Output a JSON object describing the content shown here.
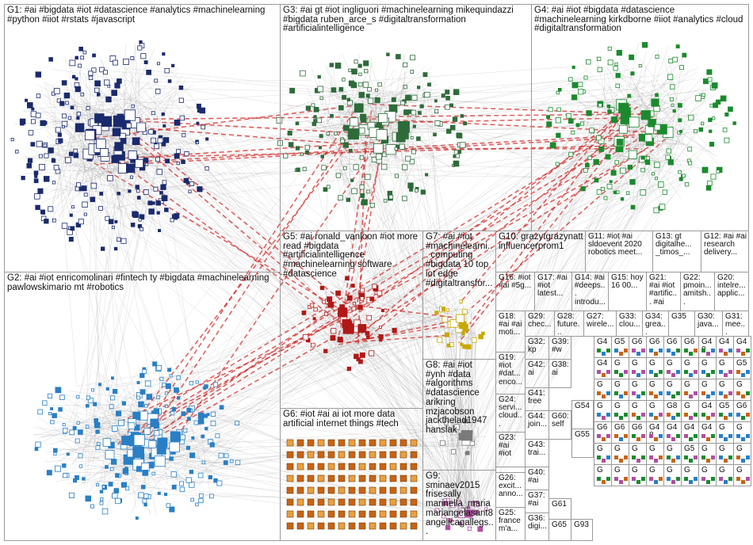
{
  "groups": [
    {
      "id": "G1",
      "label": "G1: #ai #bigdata #iot #datascience #analytics #machinelearning #python #iiot #rstats #javascript",
      "color": "#1a2a6c"
    },
    {
      "id": "G2",
      "label": "G2: #ai #iot enricomolinari #fintech ty #bigdata #machinelearning pawlowskimario mt #robotics",
      "color": "#2a7fc4"
    },
    {
      "id": "G3",
      "label": "G3: #ai gt #iot ingliguori #machinelearning mikequindazzi #bigdata ruben_arce_s #digitaltransformation #artificialintelligence",
      "color": "#2e6b3a"
    },
    {
      "id": "G4",
      "label": "G4: #ai #iot #bigdata #datascience #machinelearning kirkdborne #iiot #analytics #cloud #digitaltransformation",
      "color": "#1b8a2e"
    },
    {
      "id": "G5",
      "label": "G5: #ai ronald_vanloon #iot more read #bigdata #artificialintelligence #machinelearning software #datascience",
      "color": "#b01818"
    },
    {
      "id": "G6",
      "label": "G6: #iot #ai ai iot more data artificial internet things #tech",
      "color": "#c86414"
    },
    {
      "id": "G7",
      "label": "G7: #ai #iot #machinelearni... computing #bigdata 10 top iot edge #digitaltransfor...",
      "color": "#c8a800"
    },
    {
      "id": "G8",
      "label": "G8: #ai #iot #ynh #data #algorithms #datascience arikring mzjacobson jackthelad1947 hanslak",
      "color": "#7a7a7a"
    },
    {
      "id": "G9",
      "label": "G9: sminaev2015 frisesally marinella_maria mariangelasant8 angelicagallegs...",
      "color": "#b050a0"
    },
    {
      "id": "G10",
      "label": "G10: grazytgrazynatt influencerprom1",
      "color": "#8a4cb0"
    },
    {
      "id": "G11",
      "label": "G11: #iot #ai sldoevent 2020 robotics meet...",
      "color": "#2aa0a0"
    },
    {
      "id": "G12",
      "label": "G12: #ai #ai research delivery...",
      "color": "#555"
    },
    {
      "id": "G13",
      "label": "G13: gt digitalhe... _timos_...",
      "color": "#555"
    },
    {
      "id": "G14",
      "label": "G14: #ai #deeps... introdu...",
      "color": "#555"
    },
    {
      "id": "G15",
      "label": "G15: hoy 16 00...",
      "color": "#555"
    },
    {
      "id": "G16",
      "label": "G16: #iot #ai #5g...",
      "color": "#555"
    },
    {
      "id": "G17",
      "label": "G17: #ai #iot latest...",
      "color": "#555"
    },
    {
      "id": "G18",
      "label": "G18: #ai #ai moti...",
      "color": "#555"
    },
    {
      "id": "G19",
      "label": "G19: #iot #dat... enco...",
      "color": "#555"
    },
    {
      "id": "G20",
      "label": "G20: intelre... applic...",
      "color": "#555"
    },
    {
      "id": "G21",
      "label": "G21: #ai #iot #artific... #ai",
      "color": "#555"
    },
    {
      "id": "G22",
      "label": "G22: pmoin... amitsh...",
      "color": "#555"
    },
    {
      "id": "G23",
      "label": "G23: #ai #iot",
      "color": "#555"
    },
    {
      "id": "G24",
      "label": "G24: servi... cloud...",
      "color": "#555"
    },
    {
      "id": "G25",
      "label": "G25: france m'a...",
      "color": "#555"
    },
    {
      "id": "G26",
      "label": "G26: excit... anno...",
      "color": "#555"
    },
    {
      "id": "G27",
      "label": "G27: wirele...",
      "color": "#555"
    },
    {
      "id": "G28",
      "label": "G28: future...",
      "color": "#555"
    },
    {
      "id": "G29",
      "label": "G29: chec...",
      "color": "#555"
    },
    {
      "id": "G30",
      "label": "G30: java...",
      "color": "#555"
    },
    {
      "id": "G31",
      "label": "G31: mee...",
      "color": "#555"
    },
    {
      "id": "G32",
      "label": "G32: kp",
      "color": "#555"
    },
    {
      "id": "G33",
      "label": "G33: clou...",
      "color": "#555"
    },
    {
      "id": "G34",
      "label": "G34: grea...",
      "color": "#555"
    },
    {
      "id": "G35",
      "label": "G35",
      "color": "#555"
    },
    {
      "id": "G36",
      "label": "G36: digi...",
      "color": "#555"
    },
    {
      "id": "G37",
      "label": "G37: #ai",
      "color": "#555"
    },
    {
      "id": "G38",
      "label": "G38: ai",
      "color": "#555"
    },
    {
      "id": "G39",
      "label": "G39: #w",
      "color": "#555"
    },
    {
      "id": "G40",
      "label": "G40: #ai",
      "color": "#555"
    },
    {
      "id": "G41",
      "label": "G41: free",
      "color": "#555"
    },
    {
      "id": "G42",
      "label": "G42: ai",
      "color": "#555"
    },
    {
      "id": "G43",
      "label": "G43: trai...",
      "color": "#555"
    },
    {
      "id": "G44",
      "label": "G44: join...",
      "color": "#555"
    },
    {
      "id": "G54",
      "label": "G54",
      "color": "#555"
    },
    {
      "id": "G55",
      "label": "G55",
      "color": "#555"
    },
    {
      "id": "G60",
      "label": "G60: self",
      "color": "#555"
    },
    {
      "id": "G61",
      "label": "G61",
      "color": "#555"
    },
    {
      "id": "G65",
      "label": "G65",
      "color": "#555"
    },
    {
      "id": "G93",
      "label": "G93",
      "color": "#555"
    }
  ],
  "small_cells": [
    {
      "text": "G4"
    },
    {
      "text": "G5"
    },
    {
      "text": "G6"
    },
    {
      "text": "G6"
    },
    {
      "text": "G6"
    },
    {
      "text": "G6"
    },
    {
      "text": "G48"
    },
    {
      "text": "G4"
    },
    {
      "text": "G4"
    },
    {
      "text": "G4"
    },
    {
      "text": "G"
    },
    {
      "text": "G"
    },
    {
      "text": "G"
    },
    {
      "text": "G"
    },
    {
      "text": "G"
    },
    {
      "text": "G"
    },
    {
      "text": "G"
    },
    {
      "text": "G5"
    },
    {
      "text": "G"
    },
    {
      "text": "G"
    },
    {
      "text": "G"
    },
    {
      "text": "G"
    },
    {
      "text": "G"
    },
    {
      "text": "G"
    },
    {
      "text": "G"
    },
    {
      "text": "G"
    },
    {
      "text": "G"
    },
    {
      "text": "G"
    },
    {
      "text": "G"
    },
    {
      "text": "G"
    },
    {
      "text": "G"
    },
    {
      "text": "G8"
    },
    {
      "text": "G"
    }
  ]
}
